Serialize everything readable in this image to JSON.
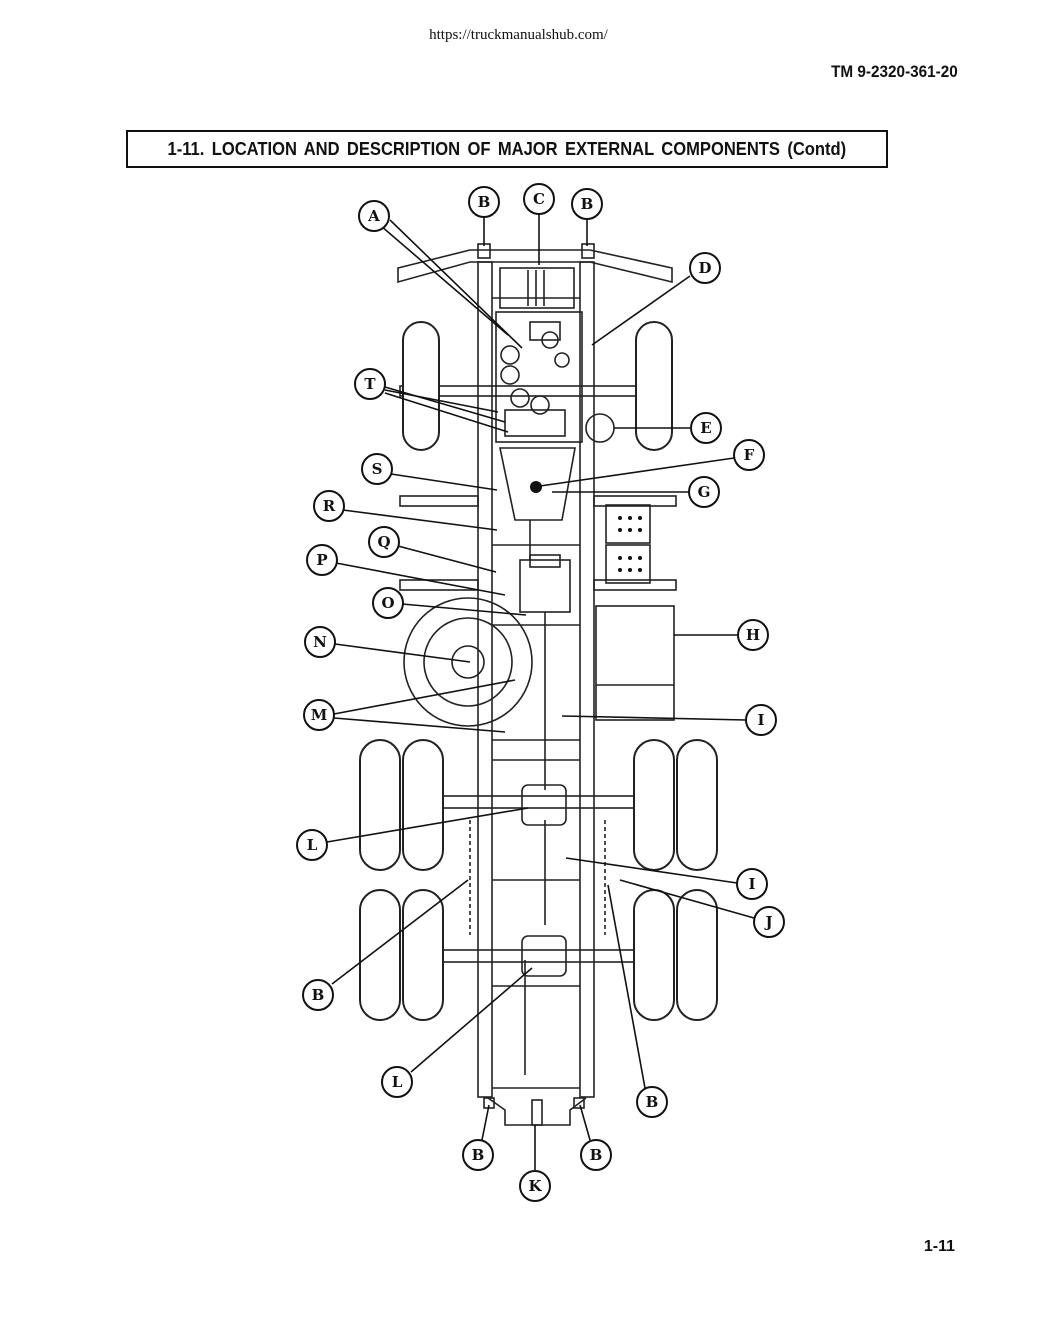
{
  "header": {
    "url": "https://truckmanualshub.com/",
    "tm_number": "TM 9-2320-361-20"
  },
  "section": {
    "title": "1-11. LOCATION AND DESCRIPTION OF MAJOR EXTERNAL COMPONENTS (Contd)"
  },
  "callouts": {
    "A": "A",
    "B": "B",
    "C": "C",
    "D": "D",
    "E": "E",
    "F": "F",
    "G": "G",
    "H": "H",
    "I": "I",
    "J": "J",
    "K": "K",
    "L": "L",
    "M": "M",
    "N": "N",
    "O": "O",
    "P": "P",
    "Q": "Q",
    "R": "R",
    "S": "S",
    "T": "T"
  },
  "footer": {
    "page_number": "1-11"
  }
}
